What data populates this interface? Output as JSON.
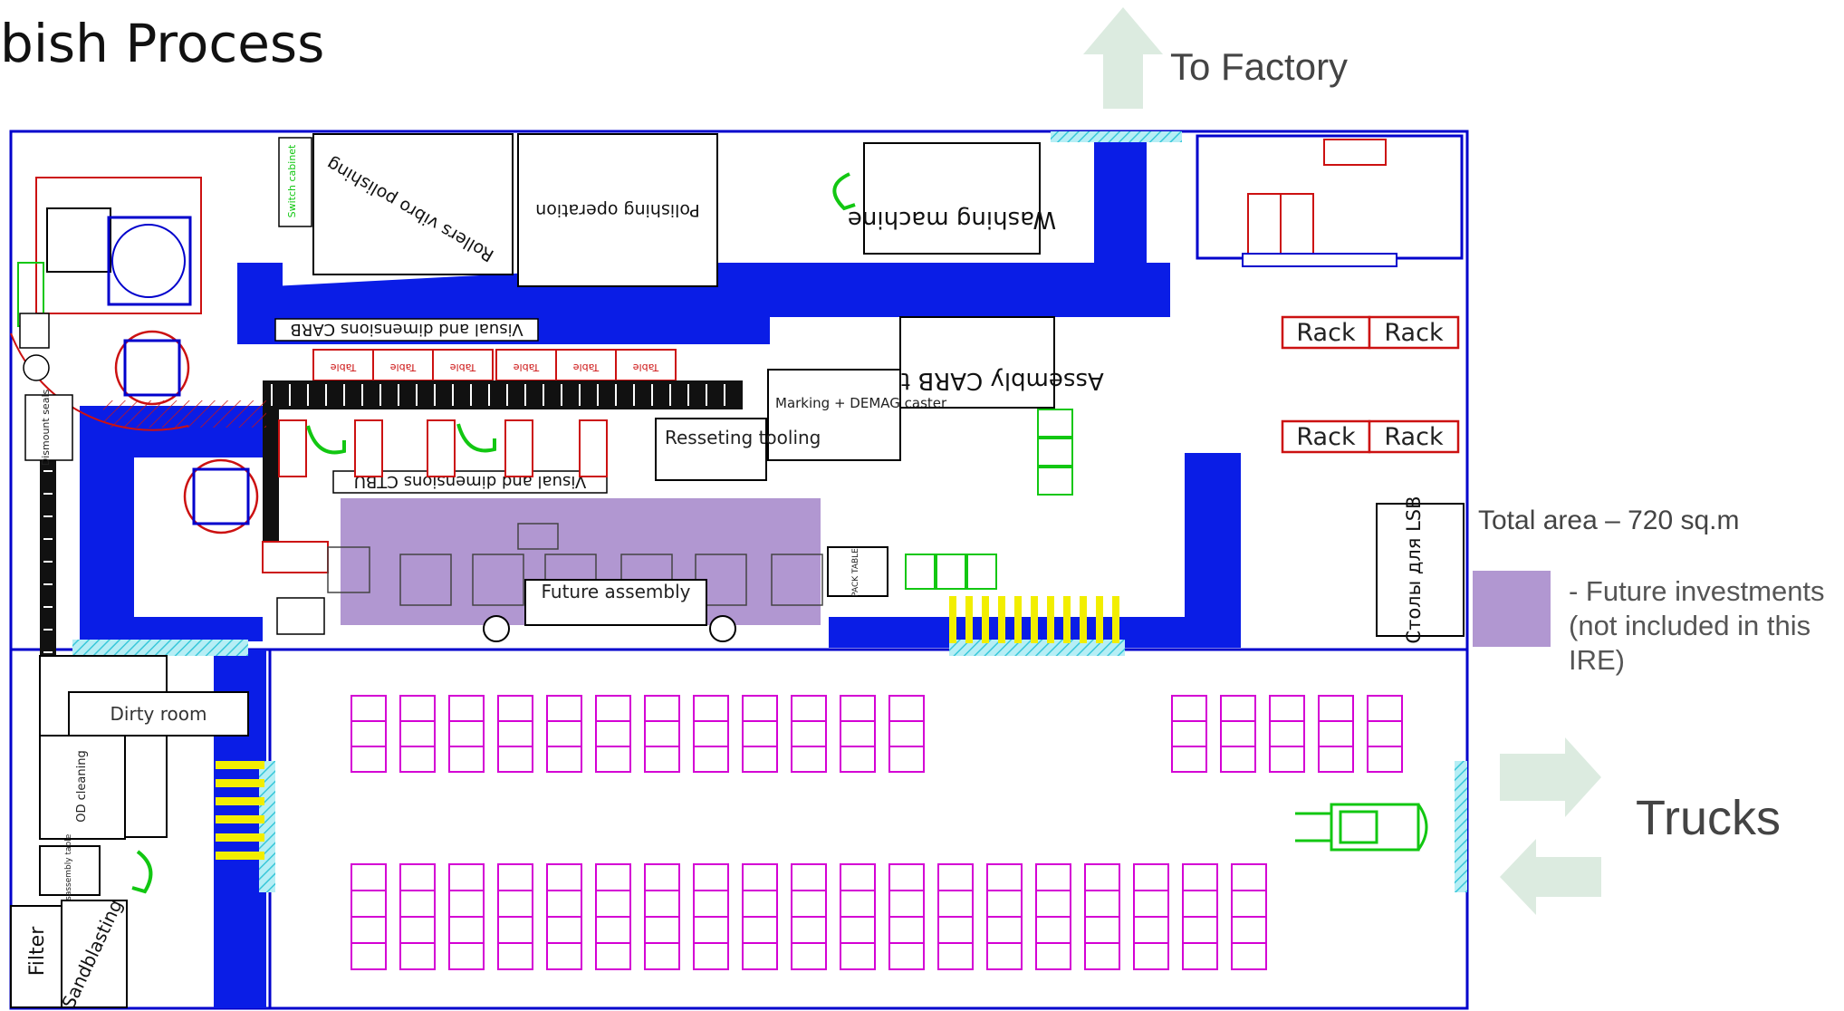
{
  "title": "bish Process",
  "factory_label": "To Factory",
  "total_area": "Total area  – 720 sq.m",
  "legend": {
    "color": "#b197d1",
    "text": "- Future investments\n(not included in this\nIRE)"
  },
  "trucks_label": "Trucks",
  "labels": {
    "polishing_operation": "Polishing operation",
    "rollers_vibro": "Rollers vibro polishing",
    "washing_machine": "Washing machine",
    "assembly_carb": "Assembly CARB table",
    "visual_carb": "Visual and dimensions CARB",
    "visual_ctbu": "Visual and dimensions CTBU",
    "marking": "Marking + DEMAG caster",
    "resetting": "Resseting tooling",
    "future_assembly": "Future assembly",
    "dirty_room": "Dirty room",
    "od_cleaning": "OD cleaning",
    "filter": "Filter",
    "sandblasting": "Sandblasting",
    "lsb_tables": "Столы для LSB",
    "dismount_seals": "Dismount seals",
    "disassembly_table": "Disassembly table",
    "switch_cabinet": "Switch cabinet",
    "pack_table": "PACK TABLE",
    "table": "Table",
    "rack": "Rack"
  },
  "colors": {
    "wall": "#0000cc",
    "fill_blue": "#0a1de6",
    "magenta": "#d400d4",
    "green": "#12c712",
    "red": "#cc1111",
    "hatch": "#38c7d9",
    "arrow": "#dcebe0",
    "purple": "#b197d1",
    "yellow": "#f2ee00"
  }
}
